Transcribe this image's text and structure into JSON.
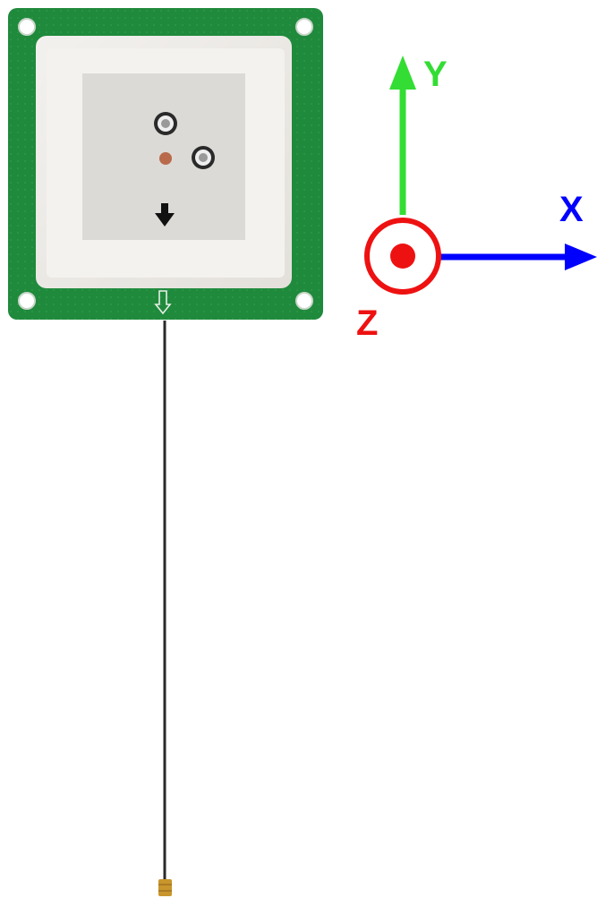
{
  "axes": {
    "x": {
      "label": "X",
      "color": "#0000ff"
    },
    "y": {
      "label": "Y",
      "color": "#33dd33"
    },
    "z": {
      "label": "Z",
      "color": "#ee1111"
    }
  },
  "antenna": {
    "pcb_color": "#1f8a3c",
    "patch_color": "#ece9e4",
    "cable_color": "#2a2a2a",
    "connector_color": "#c8962c",
    "orientation_icon": "down-arrow-icon"
  }
}
